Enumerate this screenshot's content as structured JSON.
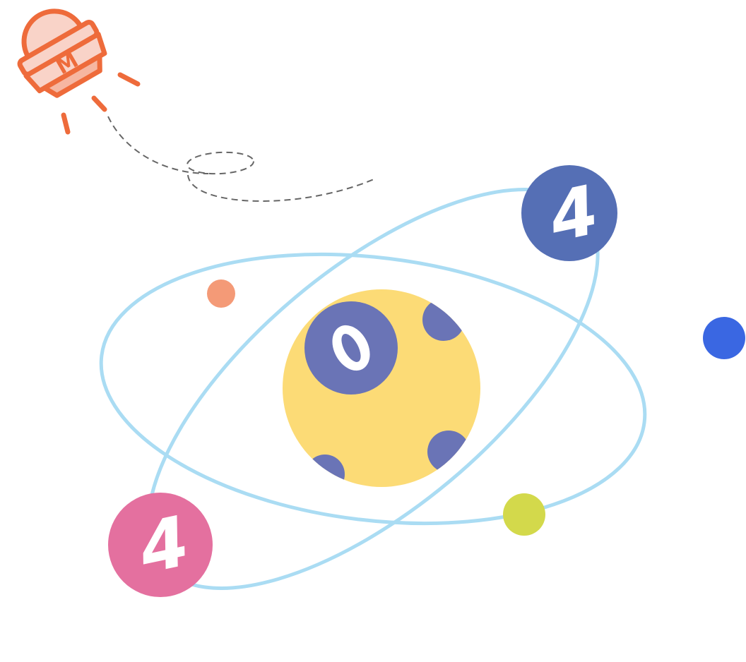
{
  "illustration": {
    "kind": "404 not-found illustration",
    "digits": {
      "first": "4",
      "middle": "0",
      "last": "4"
    },
    "ufo_badge_letter": "M",
    "colors": {
      "background": "#ffffff",
      "ufo_stroke": "#ee6b3b",
      "ufo_fill_light": "#f9d3c8",
      "ufo_fill_mid": "#f6b6a1",
      "orbit_ring": "#aadcf3",
      "planet_core": "#fcdb76",
      "crater": "#6a74b6",
      "planet_four_top": "#556fb5",
      "planet_four_bottom": "#e4709f",
      "dot_orange": "#f49a77",
      "dot_blue": "#3a67e2",
      "dot_lime": "#d3d94b",
      "trail": "#666666",
      "digit_text": "#ffffff"
    }
  }
}
